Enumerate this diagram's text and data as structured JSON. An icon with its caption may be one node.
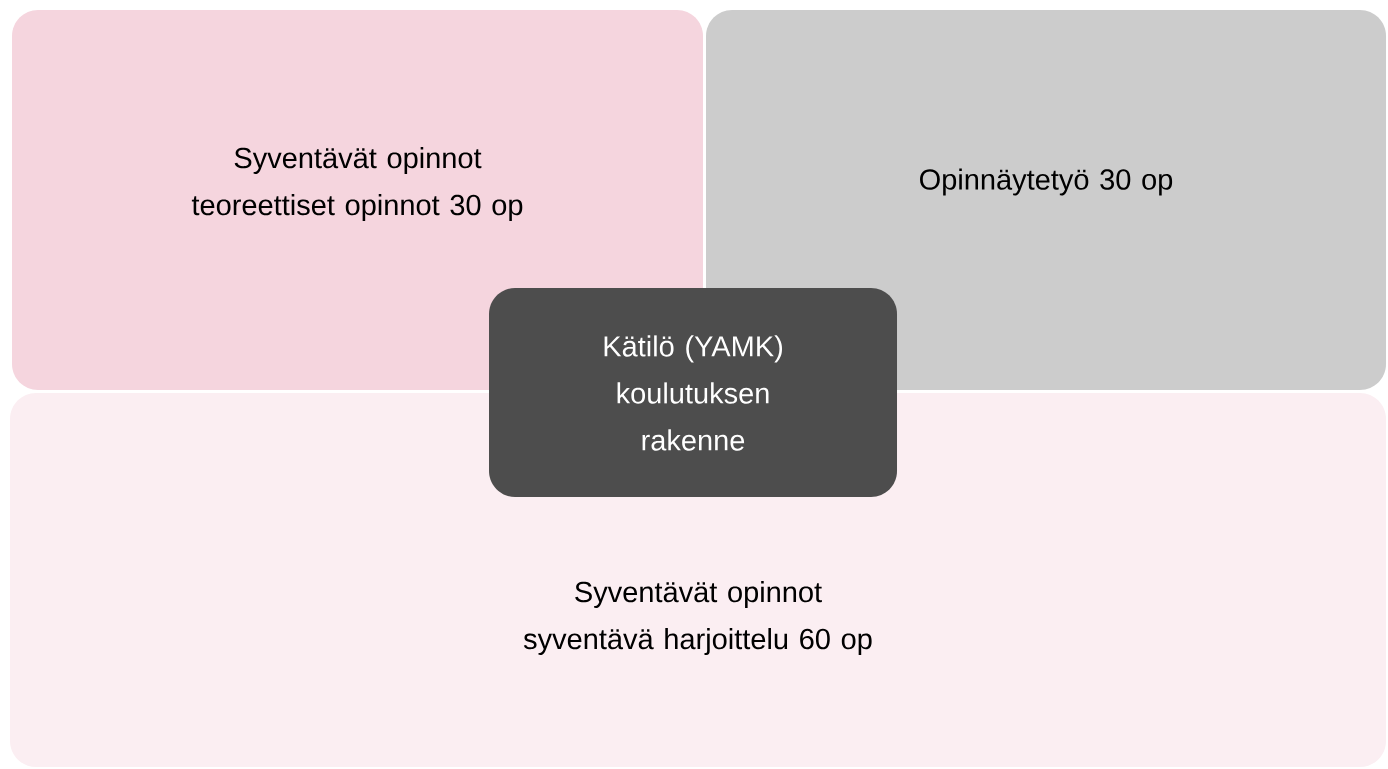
{
  "diagram": {
    "nodes": [
      {
        "text": [
          "Syventävät opinnot",
          "teoreettiset opinnot 30 op"
        ]
      },
      {
        "text": [
          "Opinnäytetyö 30 op"
        ]
      },
      {
        "text": [
          "Syventävät opinnot",
          "syventävä harjoittelu 60 op"
        ]
      },
      {
        "text": [
          "Kätilö (YAMK) koulutuksen rakenne"
        ]
      }
    ]
  }
}
